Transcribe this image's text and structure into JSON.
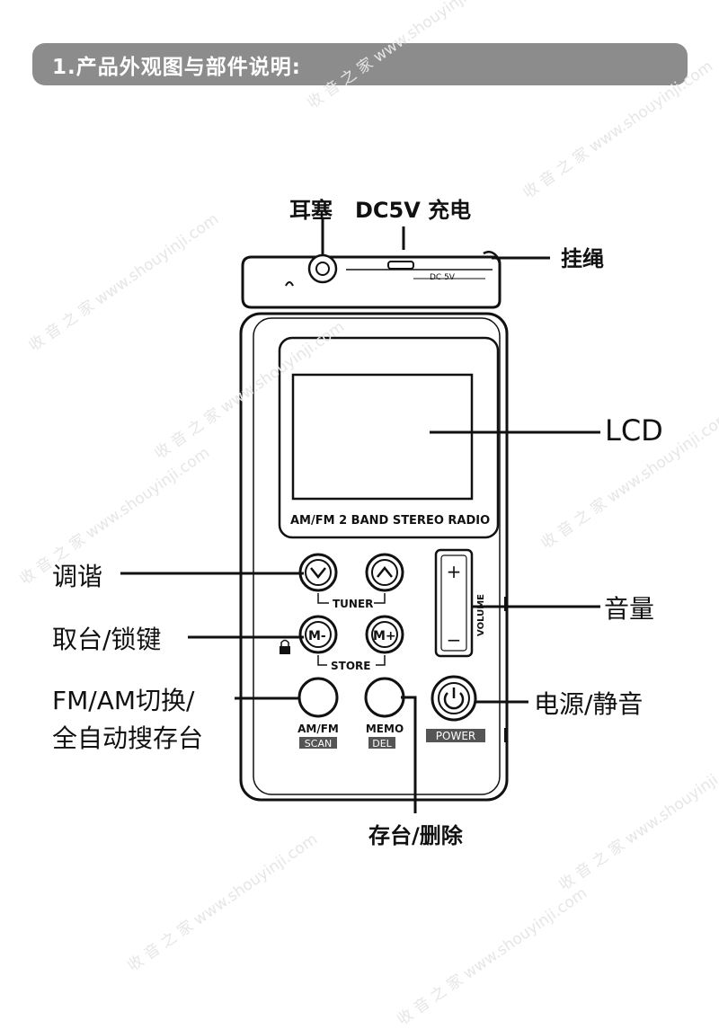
{
  "header": {
    "title": "1.产品外观图与部件说明:"
  },
  "callouts": {
    "earphone": "耳塞",
    "dc_charge": "DC5V 充电",
    "lanyard": "挂绳",
    "lcd": "LCD",
    "tuning": "调谐",
    "recall_lock": "取台/锁键",
    "mode_scan_line1": "FM/AM切换/",
    "mode_scan_line2": "全自动搜存台",
    "volume": "音量",
    "power_mute": "电源/静音",
    "memo_delete": "存台/删除"
  },
  "device": {
    "top_dc_label": "DC 5V",
    "radio_label": "AM/FM 2 BAND STEREO RADIO",
    "tuner_label": "TUNER",
    "store_label": "STORE",
    "volume_label": "VOLUME",
    "m_minus": "M-",
    "m_plus": "M+",
    "amfm_label": "AM/FM",
    "scan_label": "SCAN",
    "memo_label": "MEMO",
    "del_label": "DEL",
    "power_label": "POWER",
    "vol_plus": "+",
    "vol_minus": "−"
  },
  "watermark": {
    "text": "收 音 之 家  www.shouyinji.com"
  }
}
